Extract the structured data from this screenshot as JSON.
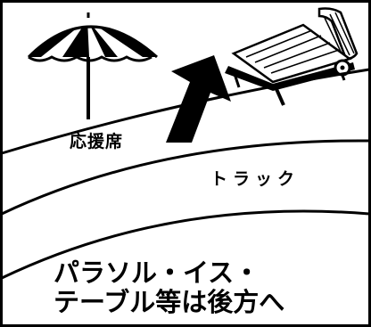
{
  "labels": {
    "stands": "応援席",
    "track": "トラック"
  },
  "caption": {
    "line1": "パラソル・イス・",
    "line2": "テーブル等は後方へ"
  },
  "colors": {
    "ink": "#000000",
    "paper": "#ffffff"
  },
  "icons": {
    "parasol": "beach-umbrella-icon",
    "chair": "deck-chair-icon",
    "arrow": "arrow-up-right-icon"
  }
}
